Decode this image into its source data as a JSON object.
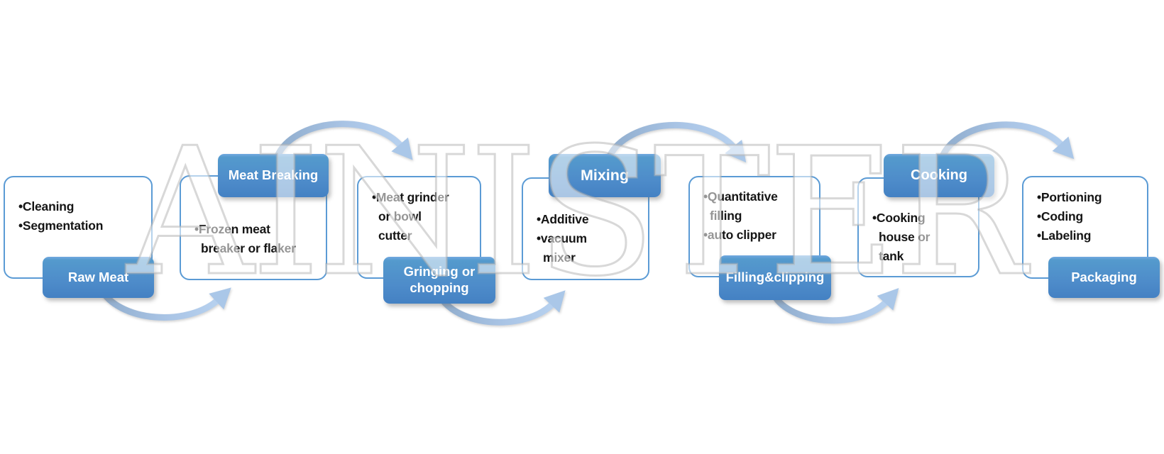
{
  "watermark": "AINISTER",
  "colors": {
    "stage_label_blue_top": "#72A8E0",
    "stage_label_blue_bottom": "#4481C3",
    "content_box_border": "#5B9BD5",
    "arrow_blue": "#AAC7E8",
    "bullet_text": "#151515",
    "label_text": "#FFFFFF"
  },
  "icons": {
    "arrow_style": "curved-swoosh-arrow"
  },
  "groups": [
    {
      "label": "Raw Meat",
      "label_pos": "bottom",
      "items": [
        "•Cleaning",
        "•Segmentation"
      ]
    },
    {
      "label": "Meat Breaking",
      "label_pos": "top",
      "items": [
        "•Frozen meat\nbreaker or flaker"
      ]
    },
    {
      "label": "Gringing or chopping",
      "label_pos": "bottom",
      "items": [
        "•Meat grinder\nor bowl\ncutter"
      ]
    },
    {
      "label": "Mixing",
      "label_pos": "top",
      "items": [
        "•Additive",
        "•vacuum\nmixer"
      ]
    },
    {
      "label": "Filling&clipping",
      "label_pos": "bottom",
      "items": [
        "•Quantitative\nfilling",
        "•auto clipper"
      ]
    },
    {
      "label": "Cooking",
      "label_pos": "top",
      "items": [
        "•Cooking\nhouse or\ntank"
      ]
    },
    {
      "label": "Packaging",
      "label_pos": "bottom",
      "items": [
        "•Portioning",
        "•Coding",
        "•Labeling"
      ]
    }
  ]
}
